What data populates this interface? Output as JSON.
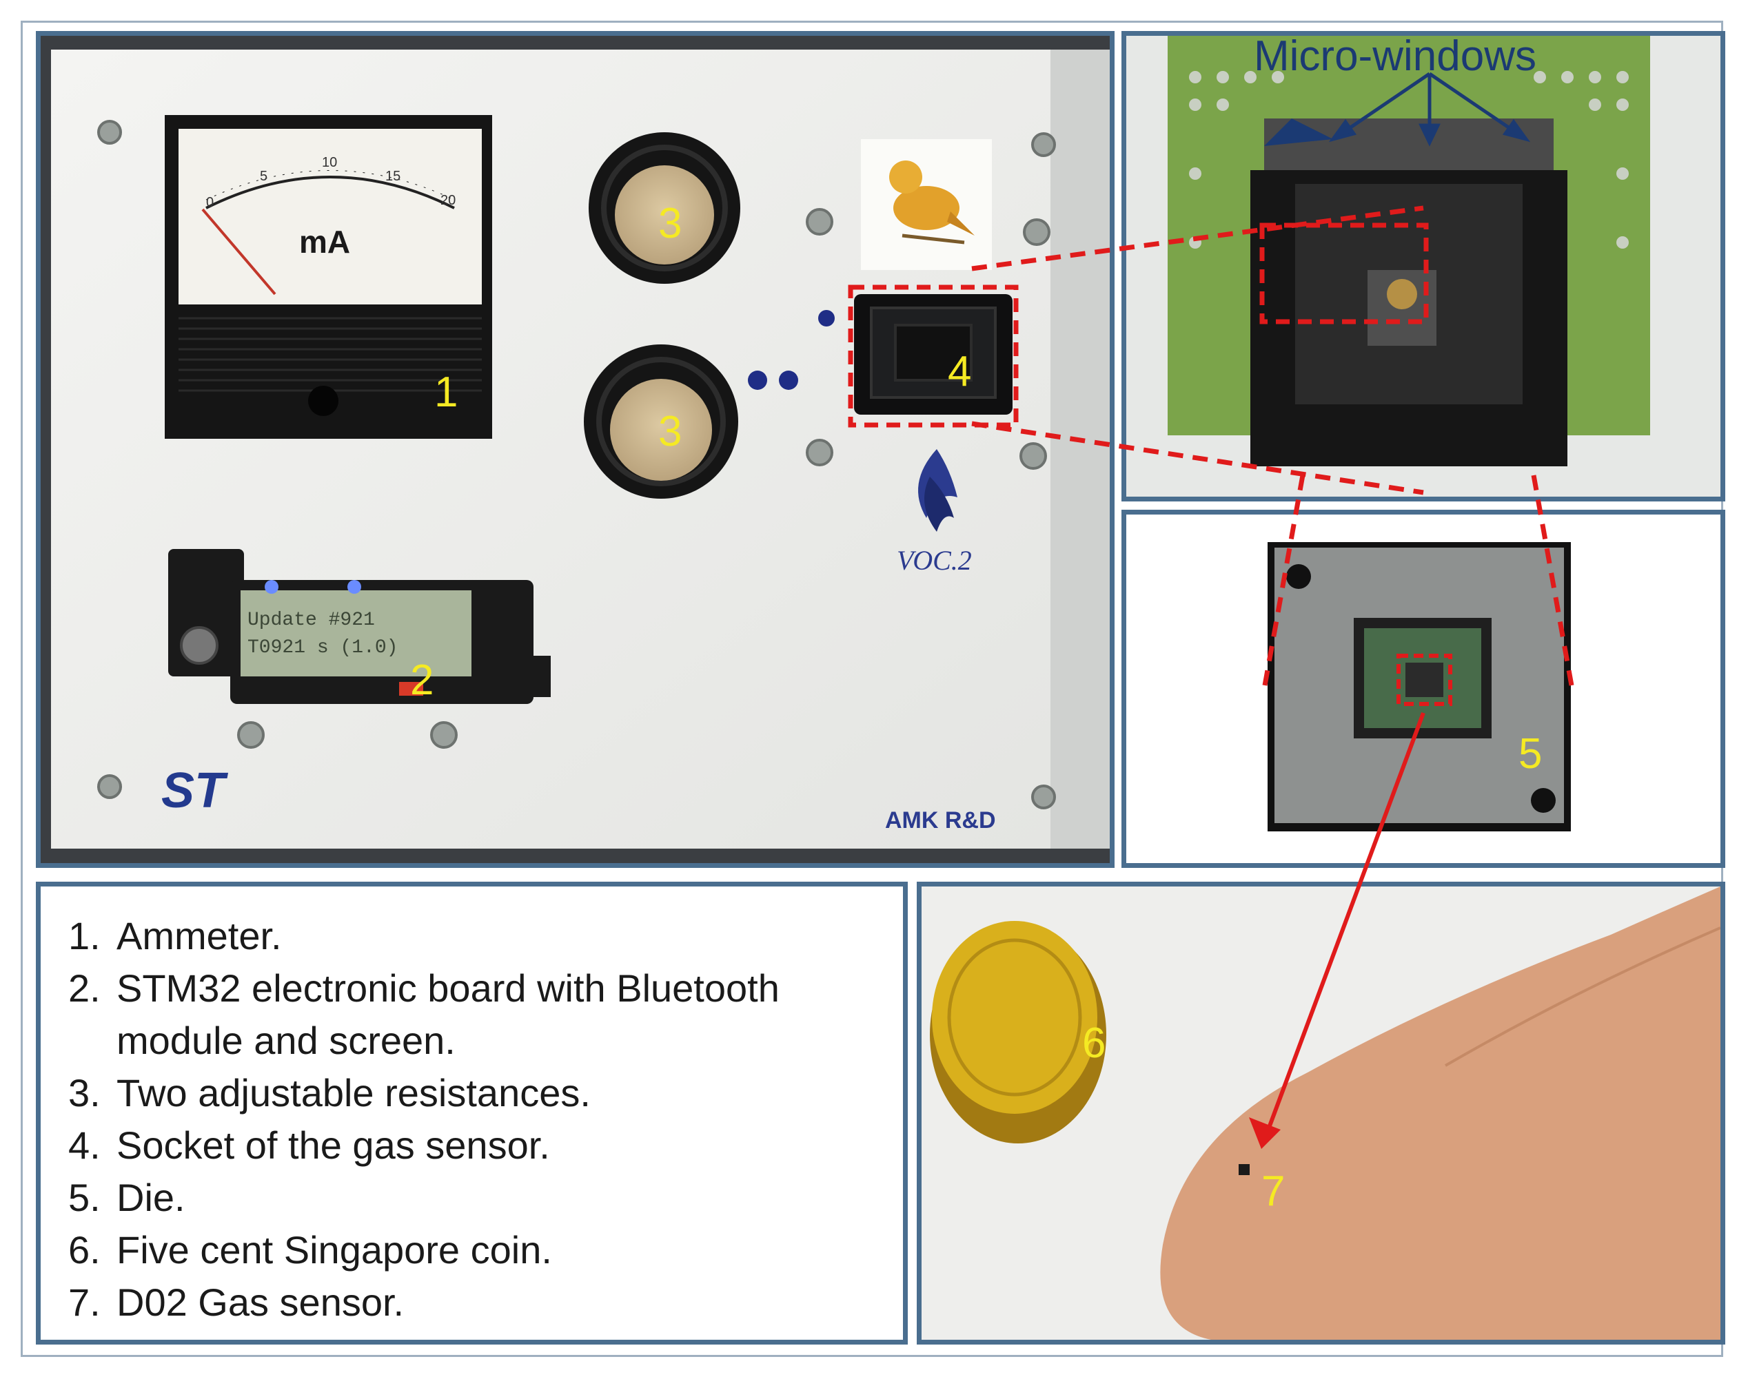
{
  "title": "Micro-windows",
  "callouts": [
    "1",
    "2",
    "3",
    "3",
    "4",
    "5",
    "6",
    "7"
  ],
  "device_panel": {
    "meter_unit": "mA",
    "meter_scale": [
      "0",
      "5",
      "10",
      "15",
      "20"
    ],
    "lcd_line1": "Update #921",
    "lcd_line2": "T0921 s (1.0)",
    "logo_brand": "VOC.2",
    "logo_st": "ST",
    "maker": "AMK R&D"
  },
  "legend": [
    {
      "num": "1.",
      "text": "Ammeter."
    },
    {
      "num": "2.",
      "text": "STM32 electronic board with Bluetooth module and screen."
    },
    {
      "num": "3.",
      "text": "Two adjustable resistances."
    },
    {
      "num": "4.",
      "text": "Socket of the gas sensor."
    },
    {
      "num": "5.",
      "text": "Die."
    },
    {
      "num": "6.",
      "text": "Five cent Singapore coin."
    },
    {
      "num": "7.",
      "text": "D02 Gas sensor."
    }
  ],
  "colors": {
    "panel_border": "#4a6e8f",
    "callout_text": "#f5ea23",
    "highlight_dash": "#e01b1b",
    "arrow_blue": "#1b3a73",
    "title_blue": "#1b3a73"
  }
}
